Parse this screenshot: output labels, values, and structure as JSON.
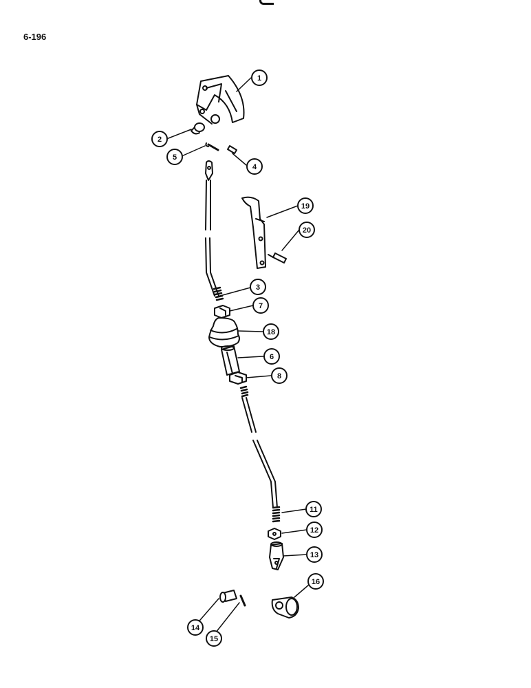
{
  "page_number": "6-196",
  "callouts": [
    {
      "number": "1"
    },
    {
      "number": "2"
    },
    {
      "number": "3"
    },
    {
      "number": "4"
    },
    {
      "number": "5"
    },
    {
      "number": "6"
    },
    {
      "number": "7"
    },
    {
      "number": "8"
    },
    {
      "number": "11"
    },
    {
      "number": "12"
    },
    {
      "number": "13"
    },
    {
      "number": "14"
    },
    {
      "number": "15"
    },
    {
      "number": "16"
    },
    {
      "number": "18"
    },
    {
      "number": "19"
    },
    {
      "number": "20"
    }
  ]
}
